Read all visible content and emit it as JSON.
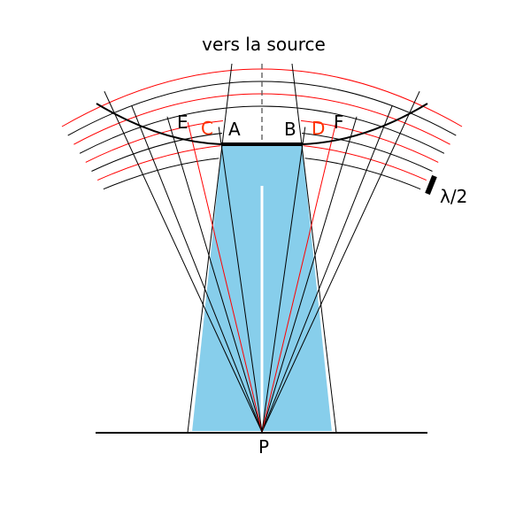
{
  "title": "vers la source",
  "labels": {
    "A": "A",
    "B": "B",
    "C": "C",
    "D": "D",
    "E": "E",
    "F": "F",
    "P": "P"
  },
  "scale_label": "λ/2",
  "colors": {
    "beam": "#87ceeb",
    "red": "#ff0000",
    "label_red": "#ff3300",
    "black": "#000000"
  }
}
